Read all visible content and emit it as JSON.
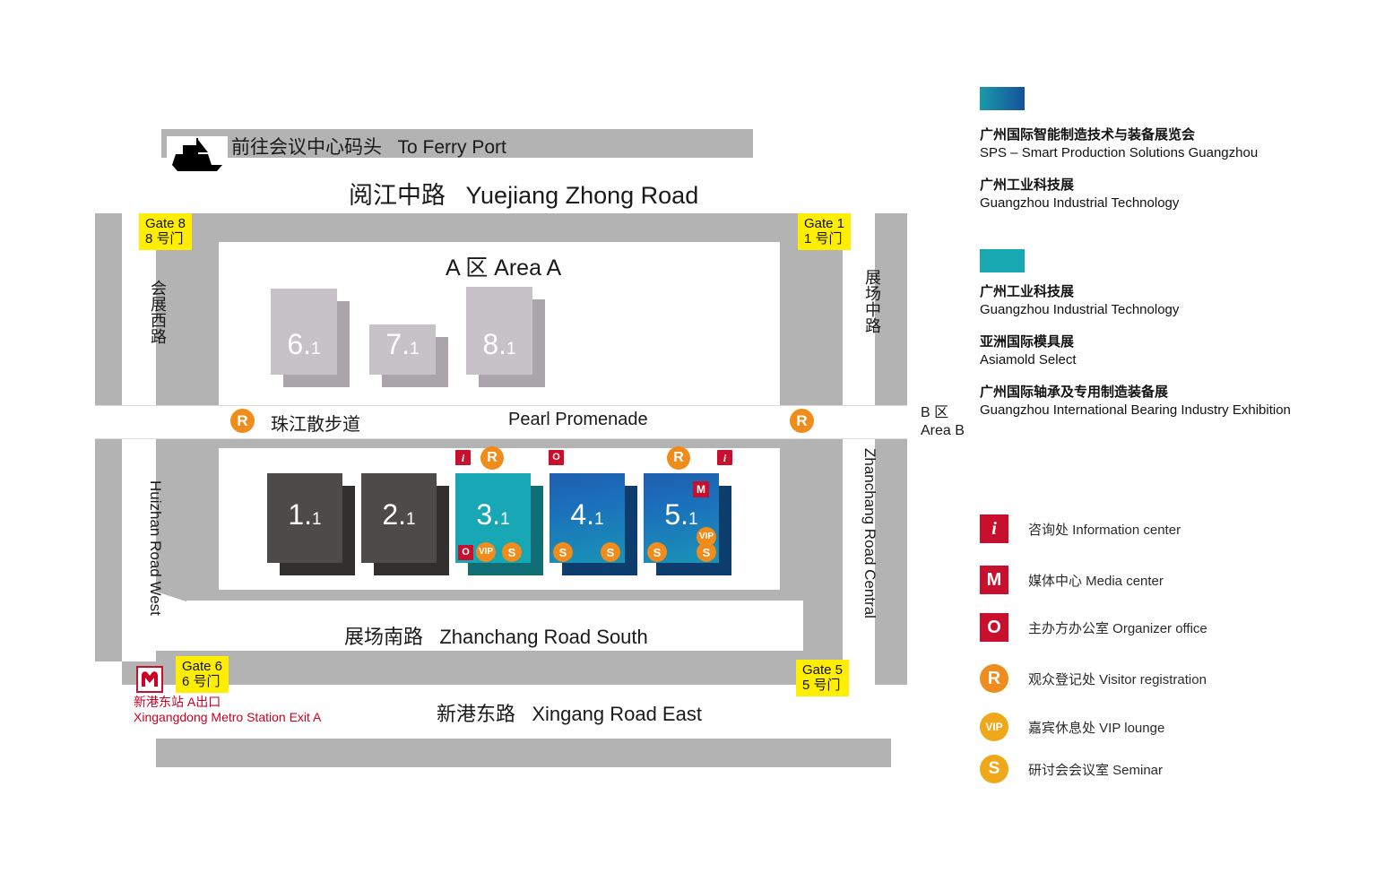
{
  "map": {
    "title_top_cn": "阅江中路",
    "title_top_en": "Yuejiang Zhong Road",
    "ferry_cn": "前往会议中心码头",
    "ferry_en": "To Ferry Port",
    "ferry_icon": "ferry-boat-icon",
    "area_a_label": "A 区  Area A",
    "area_b_label_cn": "B 区",
    "area_b_label_en": "Area B",
    "promenade_cn": "珠江散步道",
    "promenade_en": "Pearl Promenade",
    "road_west_cn": "会展西路",
    "road_west_en": "Huizhan Road West",
    "road_east_cn": "展场中路",
    "road_east_en": "Zhanchang Road Central",
    "road_south_cn": "展场南路",
    "road_south_en": "Zhanchang Road South",
    "road_bottom_cn": "新港东路",
    "road_bottom_en": "Xingang Road East",
    "metro_cn": "新港东站 A出口",
    "metro_en": "Xingangdong Metro Station Exit A",
    "metro_icon": "guangzhou-metro-icon",
    "gates": [
      {
        "id": "gate-8",
        "en": "Gate 8",
        "cn": "8 号门"
      },
      {
        "id": "gate-1",
        "en": "Gate 1",
        "cn": "1 号门"
      },
      {
        "id": "gate-6",
        "en": "Gate 6",
        "cn": "6 号门"
      },
      {
        "id": "gate-5",
        "en": "Gate 5",
        "cn": "5 号门"
      }
    ],
    "halls_area_a": [
      {
        "id": "hall-6-1",
        "main": "6.",
        "sub": "1"
      },
      {
        "id": "hall-7-1",
        "main": "7.",
        "sub": "1"
      },
      {
        "id": "hall-8-1",
        "main": "8.",
        "sub": "1"
      }
    ],
    "halls_area_b": [
      {
        "id": "hall-1-1",
        "main": "1.",
        "sub": "1"
      },
      {
        "id": "hall-2-1",
        "main": "2.",
        "sub": "1"
      },
      {
        "id": "hall-3-1",
        "main": "3.",
        "sub": "1"
      },
      {
        "id": "hall-4-1",
        "main": "4.",
        "sub": "1"
      },
      {
        "id": "hall-5-1",
        "main": "5.",
        "sub": "1"
      }
    ],
    "markers": {
      "information": "i",
      "media": "M",
      "organizer": "O",
      "registration": "R",
      "vip": "VIP",
      "seminar": "S"
    }
  },
  "legend": {
    "brands": [
      {
        "swatch_id": "swatch-teal-blue-gradient",
        "swatch_from": "#1a9aa8",
        "swatch_to": "#14519b",
        "entries": [
          {
            "cn": "广州国际智能制造技术与装备展览会",
            "en": "SPS – Smart Production Solutions Guangzhou"
          },
          {
            "cn": "广州工业科技展",
            "en": "Guangzhou Industrial Technology"
          }
        ]
      },
      {
        "swatch_id": "swatch-teal",
        "swatch_from": "#17a8b2",
        "swatch_to": "#17a8b2",
        "entries": [
          {
            "cn": "广州工业科技展",
            "en": "Guangzhou Industrial Technology"
          },
          {
            "cn": "亚洲国际模具展",
            "en": "Asiamold Select"
          },
          {
            "cn": "广州国际轴承及专用制造装备展",
            "en": "Guangzhou International Bearing Industry Exhibition"
          }
        ]
      }
    ],
    "icons": [
      {
        "id": "information-center",
        "glyph": "i",
        "shape": "sq",
        "color": "#c8102e",
        "label": "咨询处 Information center"
      },
      {
        "id": "media-center",
        "glyph": "M",
        "shape": "sq",
        "color": "#c8102e",
        "label": "媒体中心 Media center"
      },
      {
        "id": "organizer-office",
        "glyph": "O",
        "shape": "sq",
        "color": "#c8102e",
        "label": "主办方办公室 Organizer office"
      },
      {
        "id": "visitor-registration",
        "glyph": "R",
        "shape": "circ",
        "color": "#f08c1b",
        "label": "观众登记处 Visitor registration"
      },
      {
        "id": "vip-lounge",
        "glyph": "VIP",
        "shape": "circ",
        "color": "#f0a81b",
        "label": "嘉宾休息处 VIP lounge"
      },
      {
        "id": "seminar",
        "glyph": "S",
        "shape": "circ",
        "color": "#f0a81b",
        "label": "研讨会会议室 Seminar"
      }
    ]
  }
}
